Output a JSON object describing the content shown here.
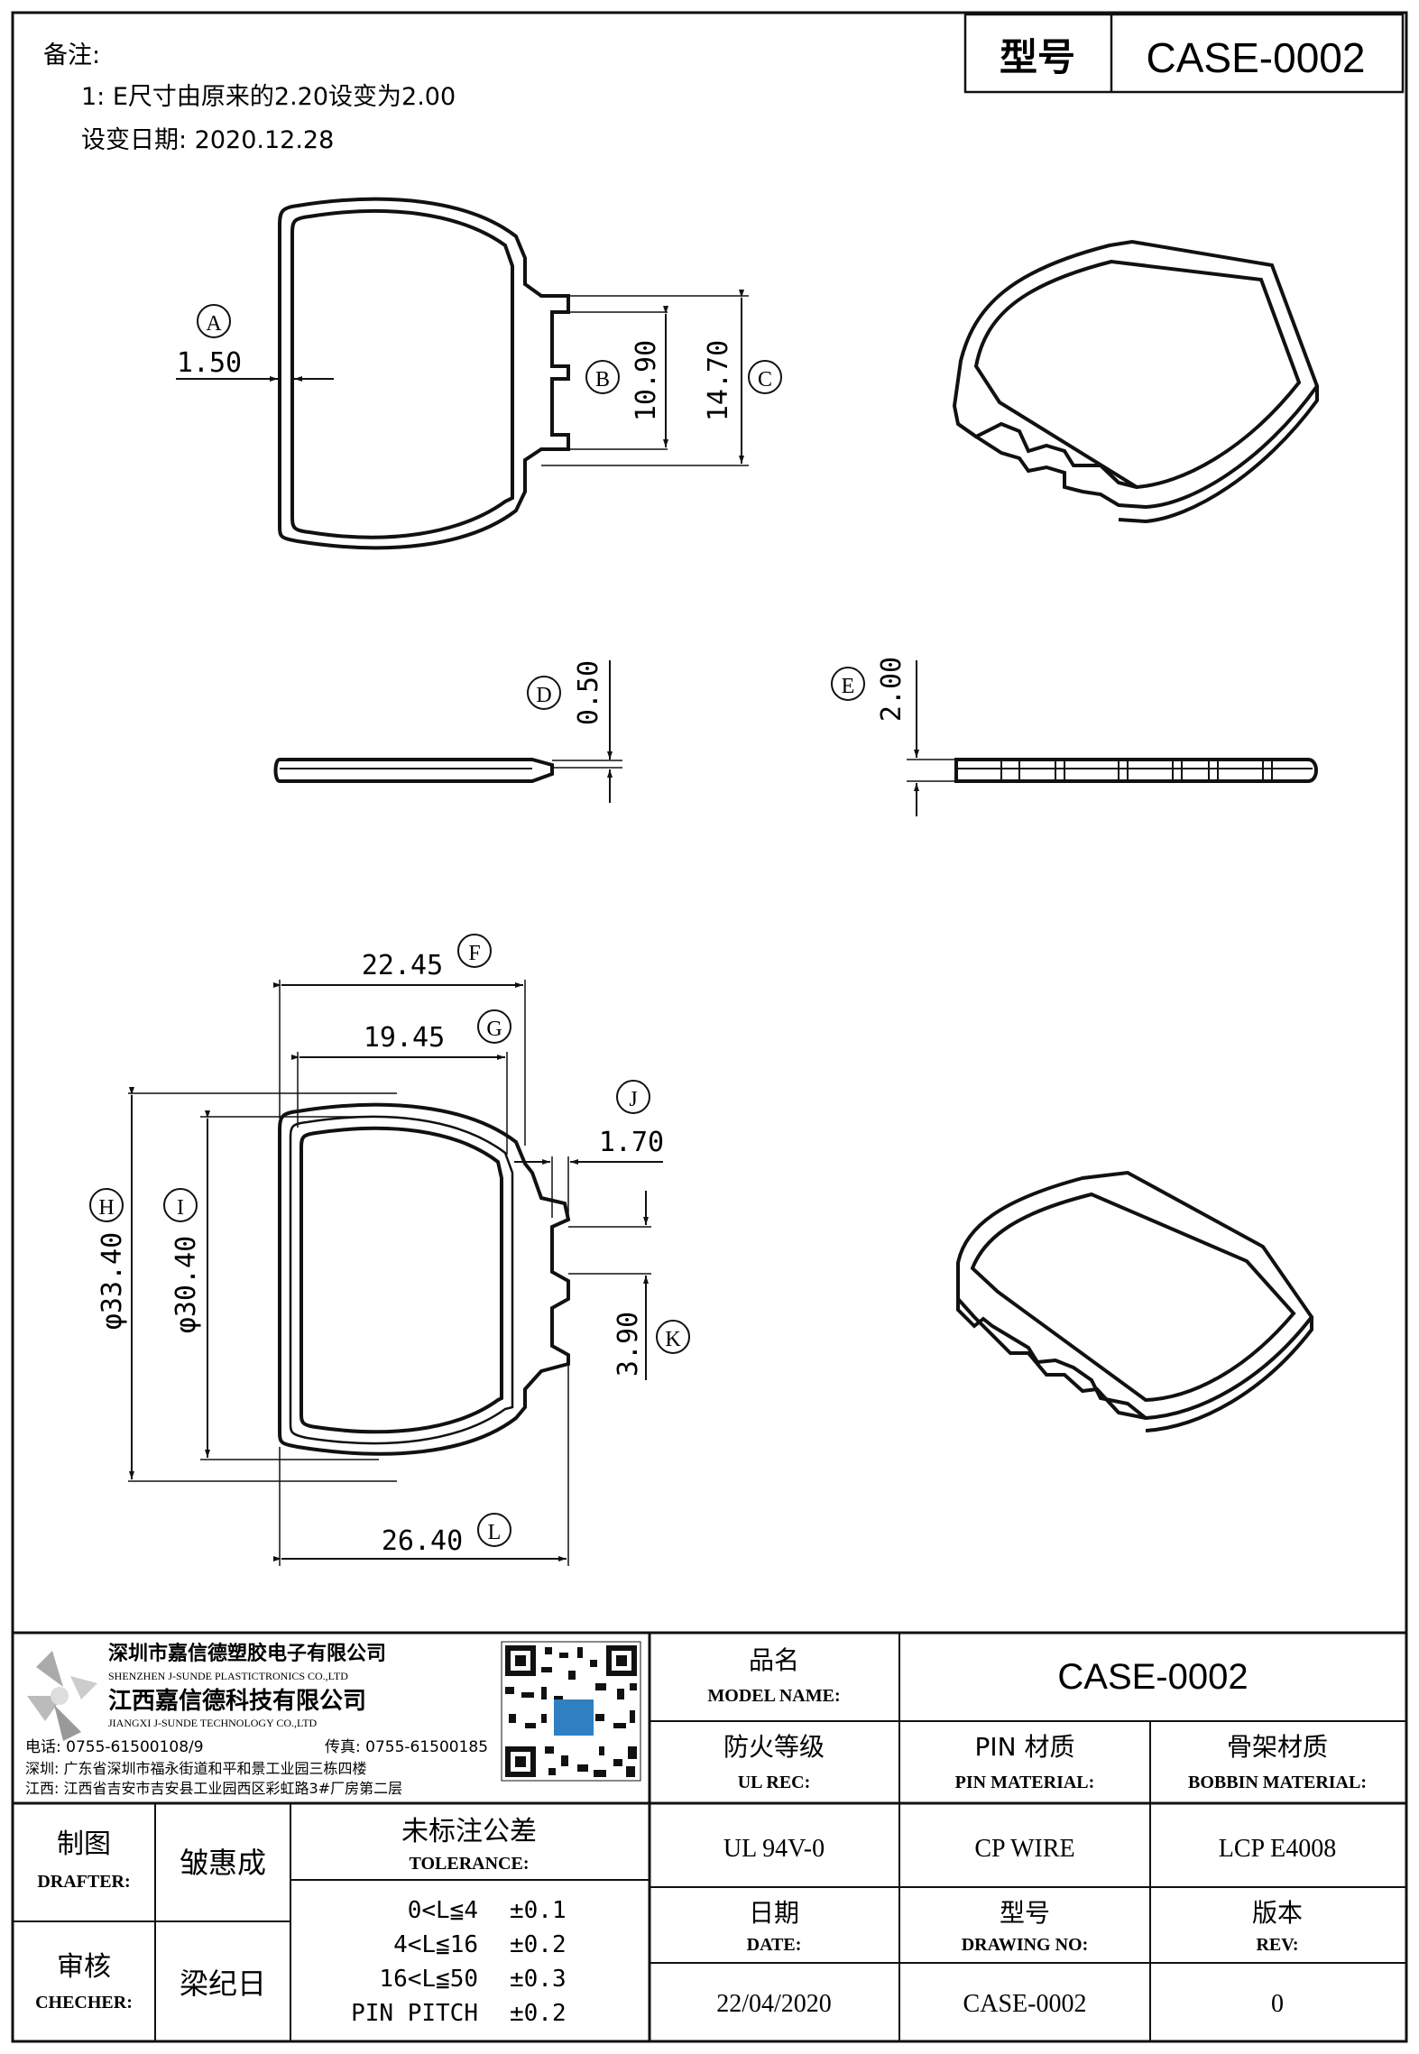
{
  "header": {
    "model_label": "型号",
    "model_value": "CASE-0002"
  },
  "notes": {
    "title": "备注:",
    "line1": "1: E尺寸由原来的2.20设变为2.00",
    "line2": "设变日期: 2020.12.28"
  },
  "dimensions": {
    "A": {
      "tag": "A",
      "value": "1.50"
    },
    "B": {
      "tag": "B",
      "value": "10.90"
    },
    "C": {
      "tag": "C",
      "value": "14.70"
    },
    "D": {
      "tag": "D",
      "value": "0.50"
    },
    "E": {
      "tag": "E",
      "value": "2.00"
    },
    "F": {
      "tag": "F",
      "value": "22.45"
    },
    "G": {
      "tag": "G",
      "value": "19.45"
    },
    "H": {
      "tag": "H",
      "value": "φ33.40"
    },
    "I": {
      "tag": "I",
      "value": "φ30.40"
    },
    "J": {
      "tag": "J",
      "value": "1.70"
    },
    "K": {
      "tag": "K",
      "value": "3.90"
    },
    "L": {
      "tag": "L",
      "value": "26.40"
    }
  },
  "company": {
    "name_cn_1": "深圳市嘉信德塑胶电子有限公司",
    "name_en_1": "SHENZHEN J-SUNDE PLASTICTRONICS CO.,LTD",
    "name_cn_2": "江西嘉信德科技有限公司",
    "name_en_2": "JIANGXI J-SUNDE TECHNOLOGY CO.,LTD",
    "phone": "电话: 0755-61500108/9",
    "fax": "传真: 0755-61500185",
    "addr_sz": "深圳: 广东省深圳市福永街道和平和景工业园三栋四楼",
    "addr_jx": "江西: 江西省吉安市吉安县工业园西区彩虹路3#厂房第二层"
  },
  "title_block": {
    "model_name_cn": "品名",
    "model_name_en": "MODEL NAME:",
    "model_name_value": "CASE-0002",
    "ul_cn": "防火等级",
    "ul_en": "UL REC:",
    "ul_value": "UL 94V-0",
    "pin_cn": "PIN 材质",
    "pin_en": "PIN MATERIAL:",
    "pin_value": "CP WIRE",
    "bobbin_cn": "骨架材质",
    "bobbin_en": "BOBBIN MATERIAL:",
    "bobbin_value": "LCP E4008",
    "drafter_cn": "制图",
    "drafter_en": "DRAFTER:",
    "drafter_name": "皱惠成",
    "checker_cn": "审核",
    "checker_en": "CHECHER:",
    "checker_name": "梁纪日",
    "tolerance_cn": "未标注公差",
    "tolerance_en": "TOLERANCE:",
    "tol_rows": [
      {
        "range": "0<L≦4",
        "value": "±0.1"
      },
      {
        "range": "4<L≦16",
        "value": "±0.2"
      },
      {
        "range": "16<L≦50",
        "value": "±0.3"
      },
      {
        "range": "PIN PITCH",
        "value": "±0.2"
      }
    ],
    "date_cn": "日期",
    "date_en": "DATE:",
    "date_value": "22/04/2020",
    "drawing_cn": "型号",
    "drawing_en": "DRAWING NO:",
    "drawing_value": "CASE-0002",
    "rev_cn": "版本",
    "rev_en": "REV:",
    "rev_value": "0"
  },
  "colors": {
    "line": "#111111",
    "qr_accent": "#2f7fc1"
  }
}
